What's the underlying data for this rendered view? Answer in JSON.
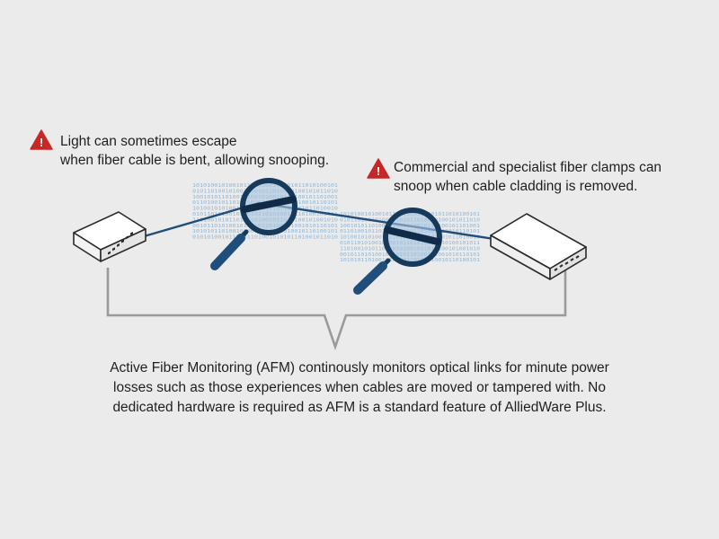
{
  "colors": {
    "background": "#ebebeb",
    "fiber": "#1f4e7a",
    "lens_ring": "#163a5c",
    "lens_glass": "#a9c5df",
    "handle": "#1f4e7a",
    "bracket": "#9a9a9a",
    "warning": "#c62828",
    "binary": "#8fb6d8",
    "text": "#1f1f1f"
  },
  "icons": {
    "warning": "warning-triangle-icon",
    "switch": "network-switch-icon",
    "magnifier": "magnifying-glass-icon"
  },
  "warning_glyph": "!",
  "callouts": {
    "bend": {
      "line1": "Light can sometimes escape",
      "line2": "when fiber cable is bent, allowing snooping."
    },
    "clamp": {
      "line1": "Commercial and specialist fiber clamps can",
      "line2": "snoop when cable cladding is removed."
    }
  },
  "description": {
    "line1": "Active Fiber Monitoring (AFM) continously monitors optical links for minute power",
    "line2": "losses such as those experiences when cables are moved or tampered with. No",
    "line3": "dedicated hardware is required as AFM is a standard feature of AlliedWare Plus."
  },
  "binary_rows": [
    "1010100101001011010100101001011010100101",
    "0101101001010010101011010010100101011010",
    "1001010110100101001010010110100101101001",
    "0110100101101010010101101001010010110101",
    "1010010101001011010010101101001011010010",
    "0101101010010100101101010010110100101011",
    "1101001010110100101001011010100101001010",
    "0010110101001011010110100101001010110101",
    "1010101101001010010110101010010110100101",
    "0101010010110101101001010101101001011010",
    "1001011010100101001011010110100101010010"
  ]
}
